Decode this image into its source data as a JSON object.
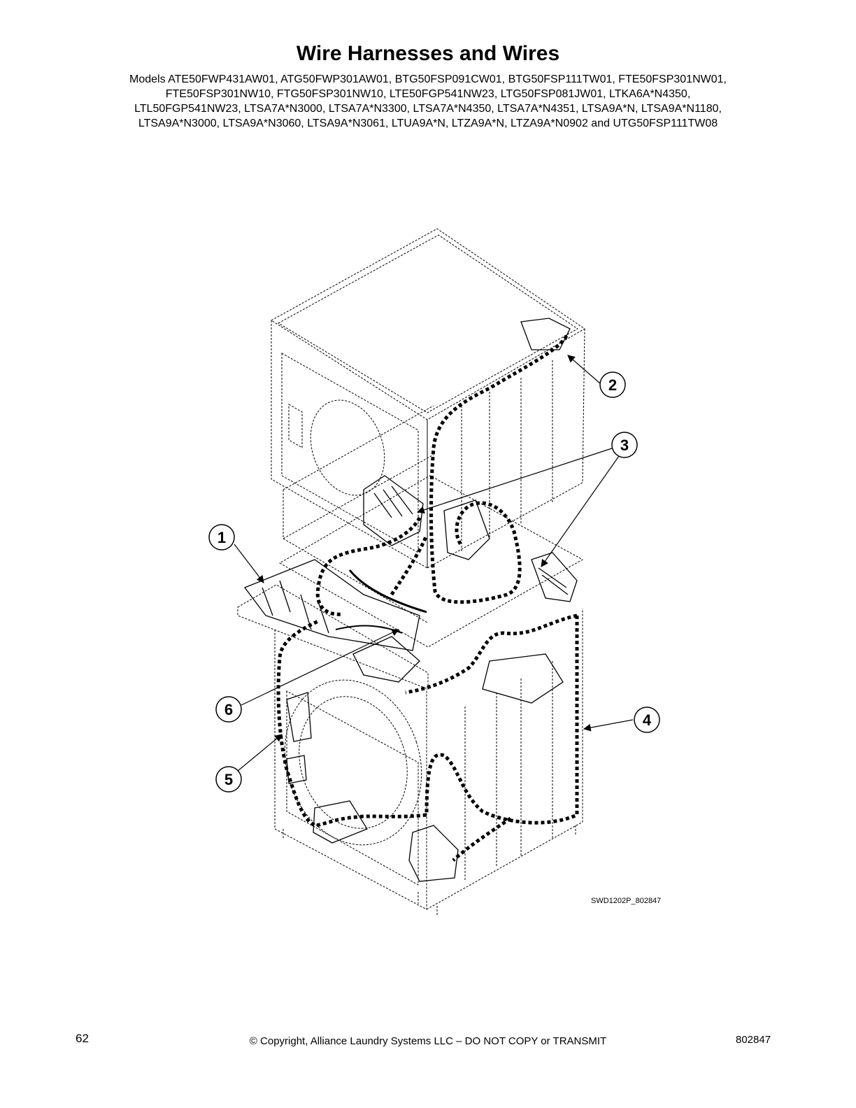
{
  "header": {
    "title": "Wire Harnesses and Wires",
    "models": [
      "Models ATE50FWP431AW01, ATG50FWP301AW01, BTG50FSP091CW01, BTG50FSP111TW01, FTE50FSP301NW01,",
      "FTE50FSP301NW10, FTG50FSP301NW10, LTE50FGP541NW23, LTG50FSP081JW01, LTKA6A*N4350,",
      "LTL50FGP541NW23, LTSA7A*N3000, LTSA7A*N3300, LTSA7A*N4350, LTSA7A*N4351, LTSA9A*N, LTSA9A*N1180,",
      "LTSA9A*N3000, LTSA9A*N3060, LTSA9A*N3061, LTUA9A*N, LTZA9A*N, LTZA9A*N0902 and UTG50FSP111TW08"
    ]
  },
  "diagram": {
    "callouts": [
      "1",
      "2",
      "3",
      "4",
      "5",
      "6"
    ],
    "drawing_ref": "SWD1202P_802847"
  },
  "footer": {
    "page_number": "62",
    "copyright": "© Copyright, Alliance Laundry Systems LLC – DO NOT COPY or TRANSMIT",
    "doc_number": "802847"
  }
}
